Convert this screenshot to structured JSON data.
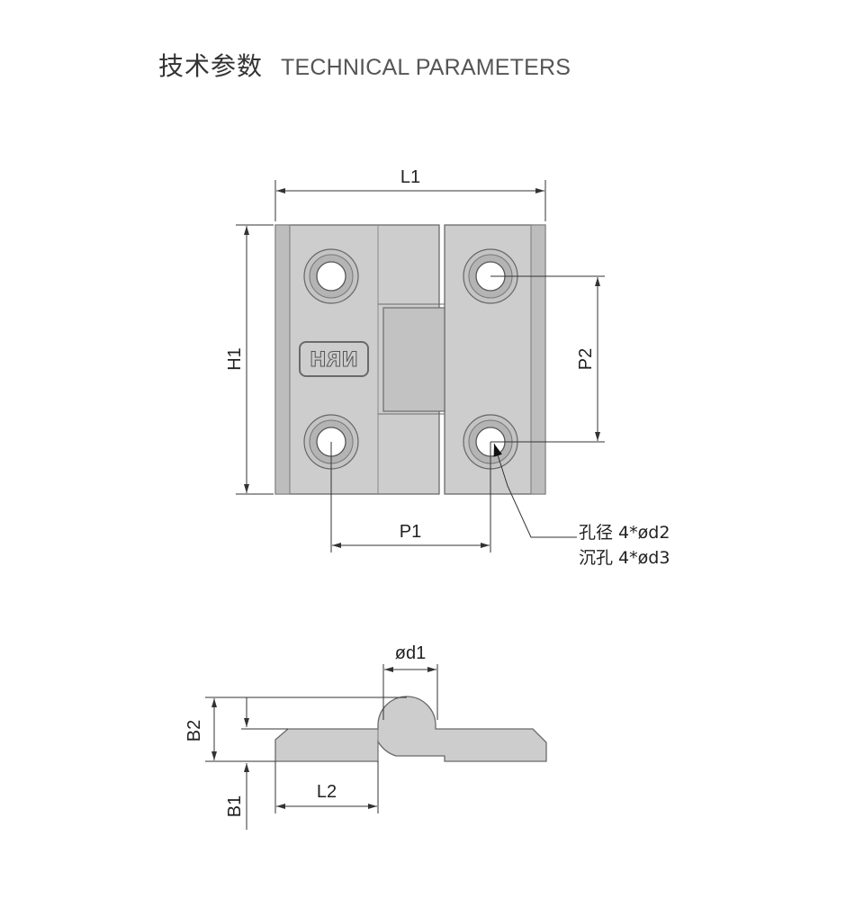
{
  "header": {
    "title_cn": "技术参数",
    "title_en": "TECHNICAL PARAMETERS"
  },
  "front_view": {
    "dimensions": {
      "L1": "L1",
      "H1": "H1",
      "P1": "P1",
      "P2": "P2"
    },
    "logo_text": "NRH",
    "hole_notes": {
      "line1": "孔径 4*ød2",
      "line2": "沉孔 4*ød3"
    }
  },
  "side_view": {
    "dimensions": {
      "d1": "ød1",
      "B1": "B1",
      "B2": "B2",
      "L2": "L2"
    }
  },
  "colors": {
    "plate_fill": "#cdcdcd",
    "plate_stroke": "#6a6a6a",
    "dim_line": "#333333",
    "background": "#ffffff"
  }
}
